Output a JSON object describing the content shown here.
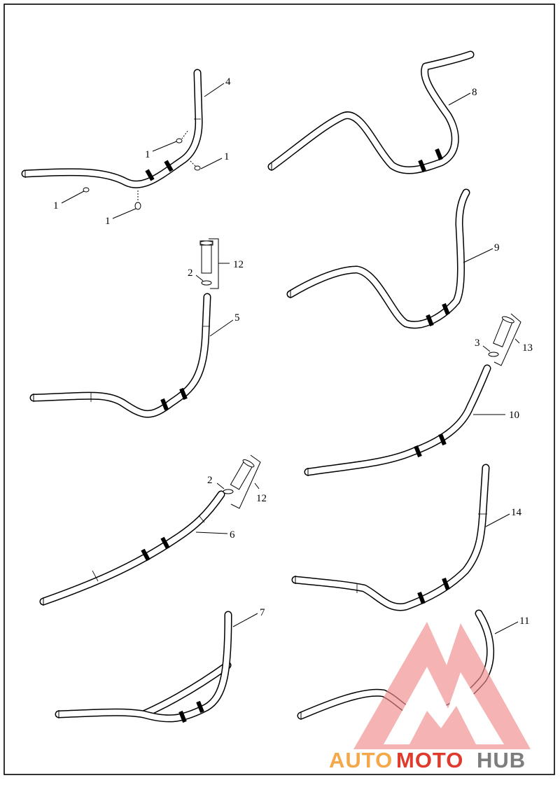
{
  "diagram": {
    "callouts": {
      "c1a": "1",
      "c1b": "1",
      "c1c": "1",
      "c1d": "1",
      "c2a": "2",
      "c2b": "2",
      "c3": "3",
      "c4": "4",
      "c5": "5",
      "c6": "6",
      "c7": "7",
      "c8": "8",
      "c9": "9",
      "c10": "10",
      "c11": "11",
      "c12a": "12",
      "c12b": "12",
      "c13": "13",
      "c14": "14"
    }
  },
  "watermark": {
    "word_auto": "AUTO",
    "word_moto": "MOTO",
    "word_hub": "HUB",
    "colors": {
      "orange": "#f5a84a",
      "red": "#e03a2c",
      "gray": "#7d7d7d",
      "triangle": "#f08a8a"
    }
  }
}
